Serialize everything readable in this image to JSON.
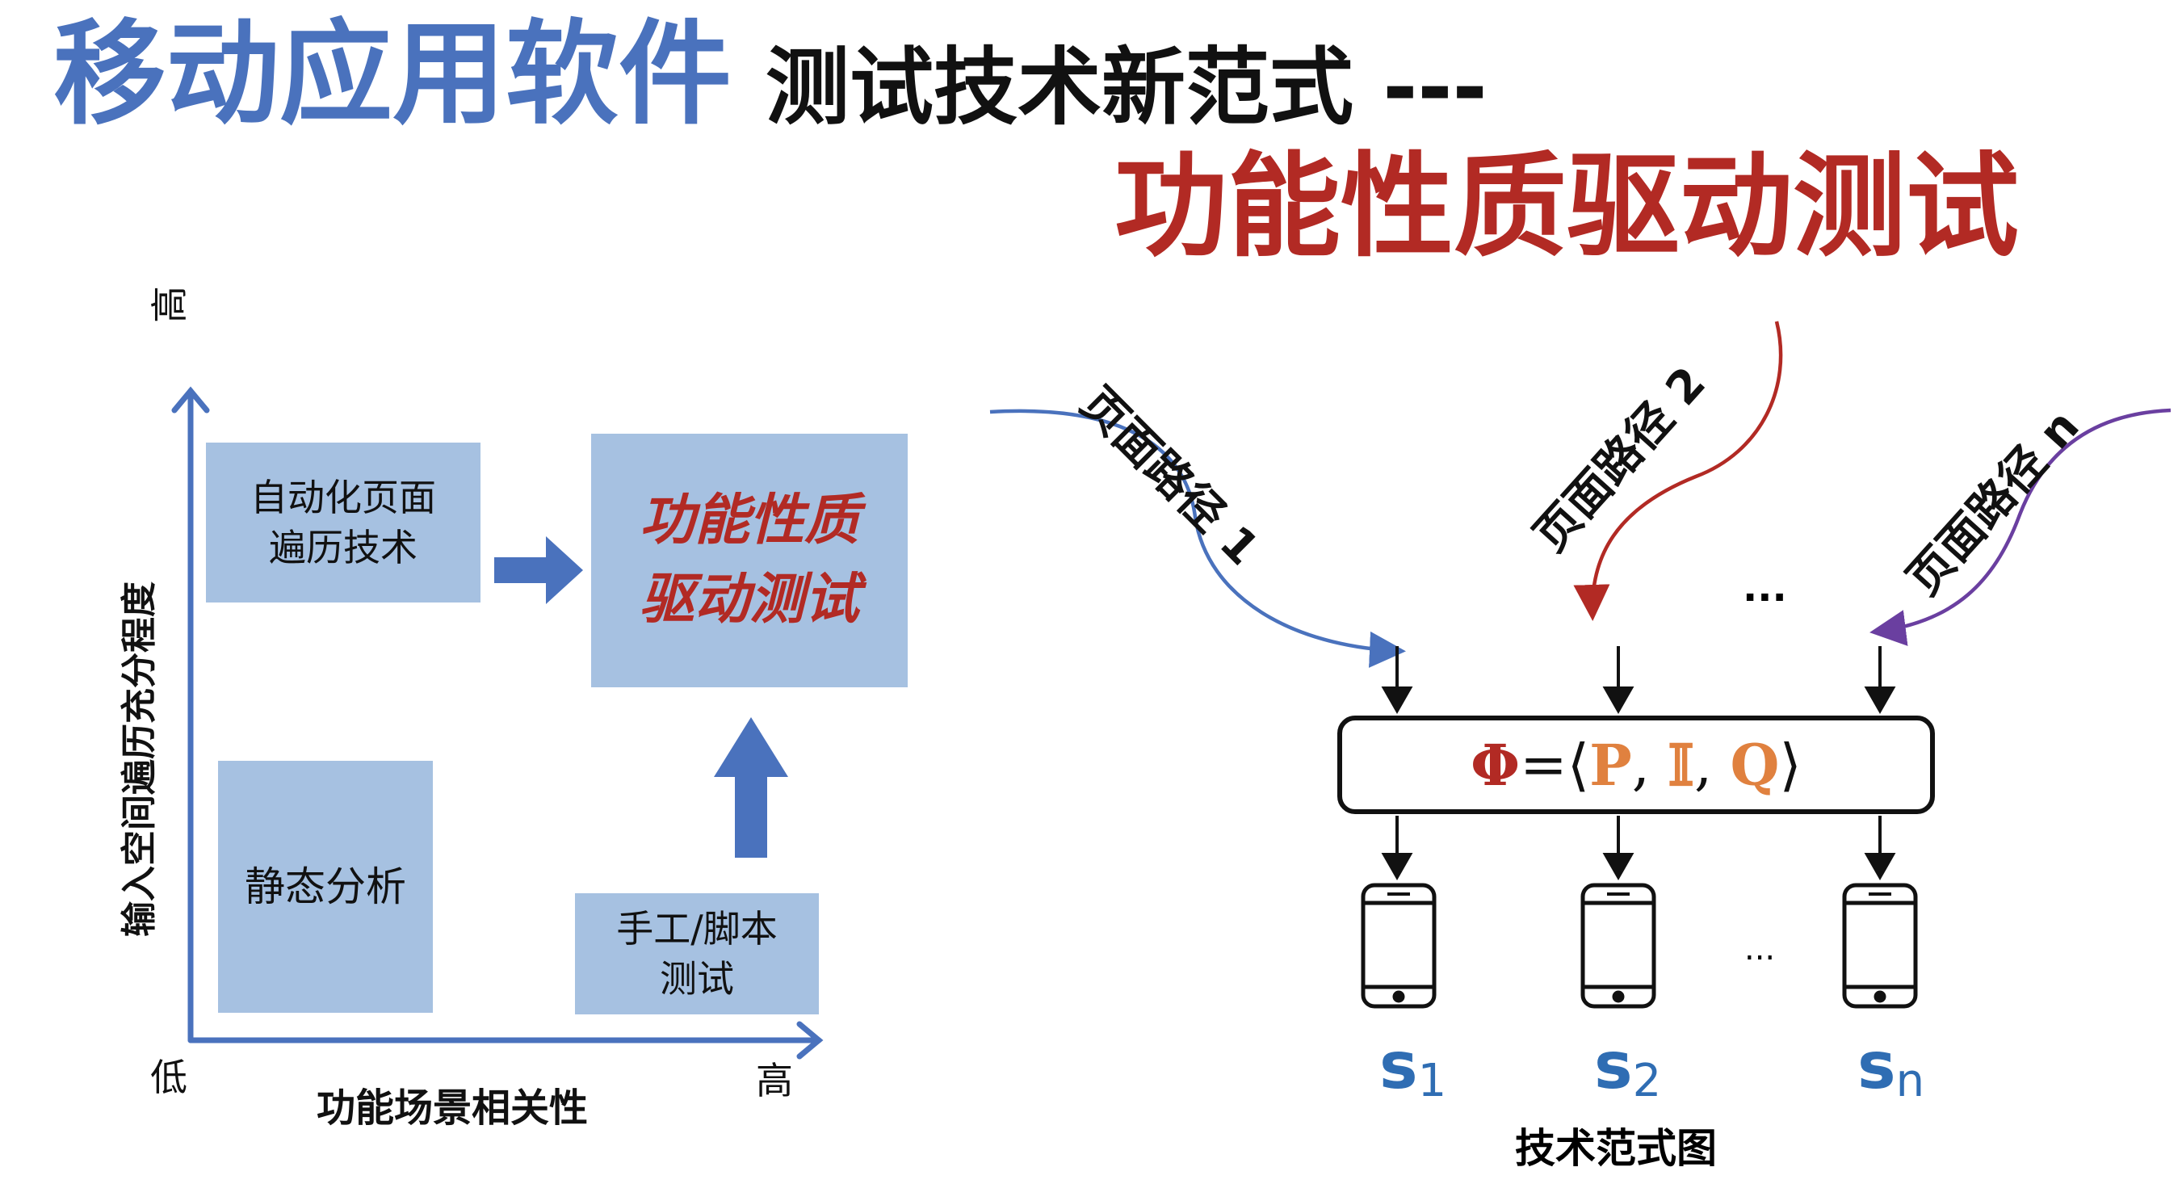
{
  "title": {
    "part_blue": "移动应用软件",
    "part_black": "测试技术新范式 ---",
    "part_red": "功能性质驱动测试"
  },
  "left_chart": {
    "y_axis_title": "输入空间遍历充分程度",
    "y_axis_high": "高",
    "x_axis_low": "低",
    "x_axis_high": "高",
    "x_axis_title": "功能场景相关性",
    "boxes": {
      "auto_traversal": [
        "自动化页面",
        "遍历技术"
      ],
      "property_driven": [
        "功能性质",
        "驱动测试"
      ],
      "static_analysis": [
        "静态分析"
      ],
      "manual_script": [
        "手工/脚本",
        "测试"
      ]
    },
    "colors": {
      "box_fill": "#a6c1e1",
      "arrow": "#4a72bd",
      "highlight_text": "#b22a24"
    }
  },
  "right_diagram": {
    "paths": [
      {
        "label": "页面路径 1",
        "color": "#4a72bd"
      },
      {
        "label": "页面路径 2",
        "color": "#b22a24"
      },
      {
        "label": "页面路径 n",
        "color": "#6a3fa0"
      }
    ],
    "ellipsis": "...",
    "formula": {
      "phi": "Φ",
      "eq_open": "=⟨",
      "p": "P",
      "sep1": ", ",
      "i": "𝕀",
      "sep2": ", ",
      "q": "Q",
      "close": "⟩"
    },
    "screens": [
      {
        "base": "s",
        "sub": "1"
      },
      {
        "base": "s",
        "sub": "2"
      },
      {
        "base": "s",
        "sub": "n"
      }
    ],
    "phone_icon": "smartphone-icon",
    "caption": "技术范式图"
  }
}
